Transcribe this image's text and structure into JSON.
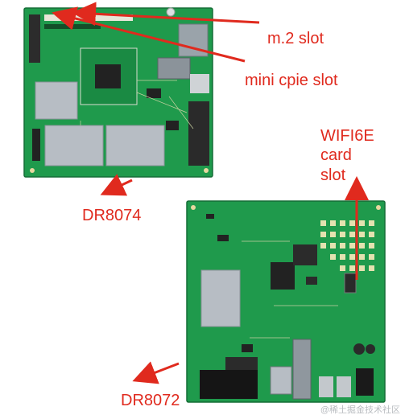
{
  "labels": {
    "m2_slot": "m.2 slot",
    "mini_cpie_slot": "mini cpie slot",
    "dr8074": "DR8074",
    "wifi6e_line1": "WIFI6E",
    "wifi6e_line2": "card",
    "wifi6e_line3": "slot",
    "dr8072": "DR8072"
  },
  "watermark": "@稀土掘金技术社区",
  "colors": {
    "annotation_red": "#e02a1e",
    "pcb_green": "#1f9a4c",
    "pcb_dark": "#157a3a",
    "heatsink": "#b7bdc4"
  },
  "icons": {
    "arrow": "red-arrow-icon",
    "board_top": "pcb-board-dr8074-icon",
    "board_bottom": "pcb-board-dr8072-icon"
  }
}
